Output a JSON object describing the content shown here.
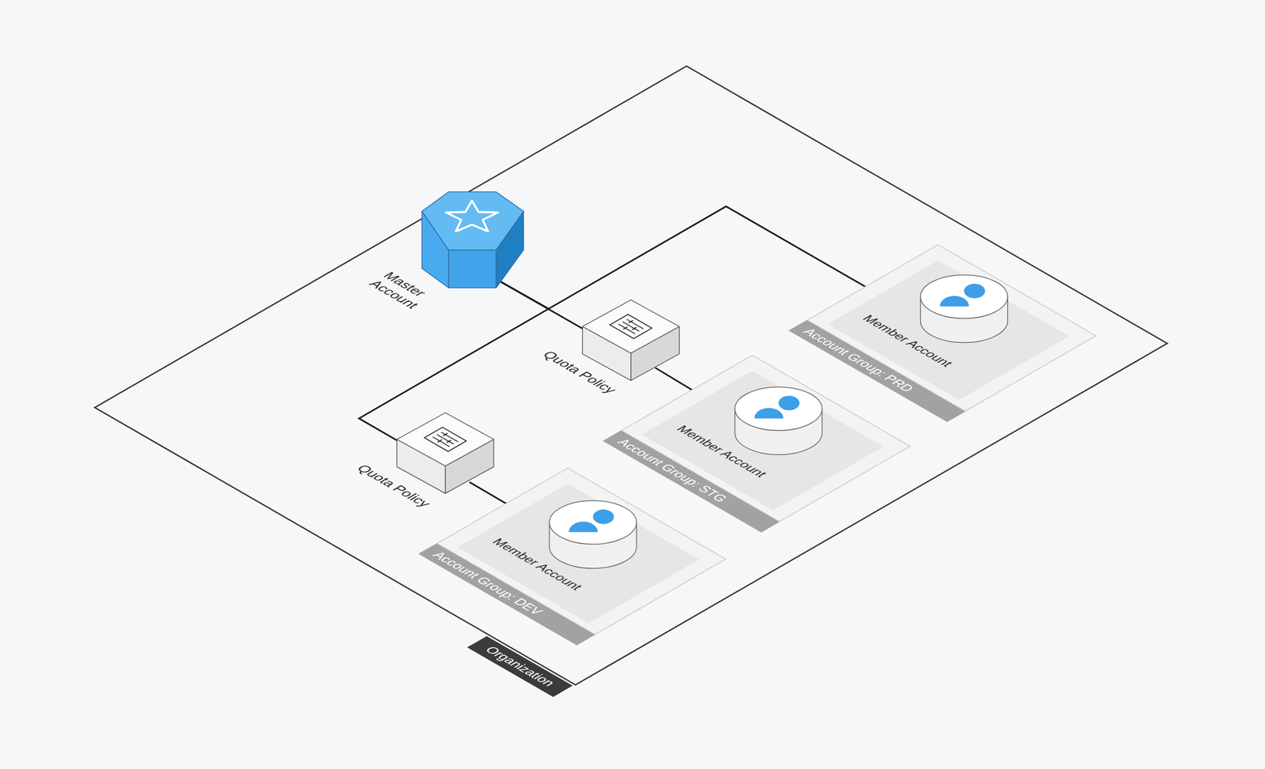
{
  "diagram": {
    "nodes": [
      {
        "text": [
          "Organization"
        ]
      },
      {
        "text": [
          "Master Account"
        ],
        "in": 0
      },
      {
        "text": [
          "Account Group: PRD"
        ],
        "in": 0
      },
      {
        "text": [
          "Member Account"
        ],
        "in": 2
      },
      {
        "text": [
          "Quota Policy"
        ],
        "in": 0
      },
      {
        "text": [
          "Account Group: STG"
        ],
        "in": 0
      },
      {
        "text": [
          "Member Account"
        ],
        "in": 5
      },
      {
        "text": [
          "Quota Policy"
        ],
        "in": 0
      },
      {
        "text": [
          "Account Group: DEV"
        ],
        "in": 0
      },
      {
        "text": [
          "Member Account"
        ],
        "in": 8
      }
    ],
    "edges": [
      {
        "from": 1,
        "to": 4,
        "arrow": "none"
      },
      {
        "from": 4,
        "to": 5,
        "arrow": "none"
      },
      {
        "from": 1,
        "to": 2,
        "arrow": "none"
      },
      {
        "from": 1,
        "to": 7,
        "arrow": "none"
      },
      {
        "from": 7,
        "to": 8,
        "arrow": "none"
      }
    ]
  }
}
